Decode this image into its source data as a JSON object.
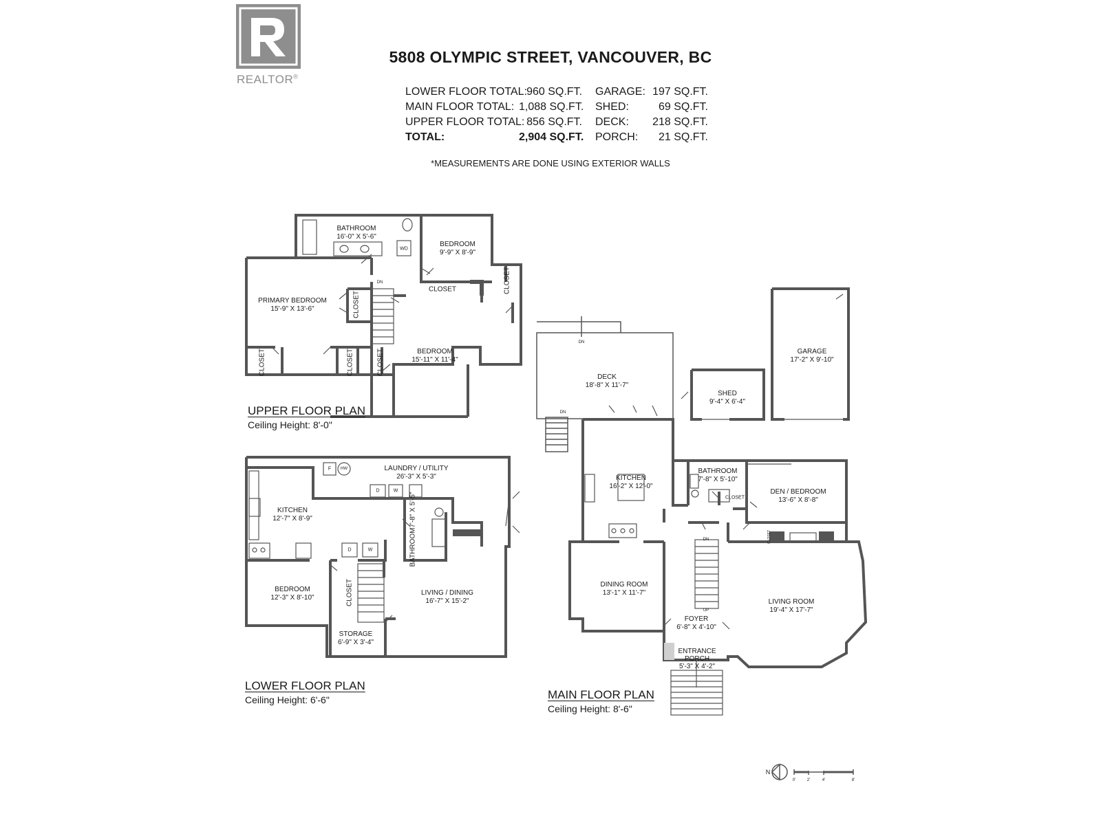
{
  "logo": {
    "wordmark": "REALTOR",
    "reg": "®"
  },
  "title": "5808 OLYMPIC STREET, VANCOUVER, BC",
  "summary": [
    {
      "label1": "LOWER FLOOR TOTAL:",
      "value1": "960 SQ.FT.",
      "label2": "GARAGE:",
      "value2": "197 SQ.FT."
    },
    {
      "label1": "MAIN FLOOR TOTAL:",
      "value1": "1,088 SQ.FT.",
      "label2": "SHED:",
      "value2": "69 SQ.FT."
    },
    {
      "label1": "UPPER FLOOR TOTAL:",
      "value1": "856 SQ.FT.",
      "label2": "DECK:",
      "value2": "218 SQ.FT."
    },
    {
      "label1": "TOTAL:",
      "value1": "2,904 SQ.FT.",
      "label2": "PORCH:",
      "value2": "21 SQ.FT."
    }
  ],
  "note": "*MEASUREMENTS ARE DONE USING EXTERIOR WALLS",
  "plans": {
    "upper": {
      "title": "UPPER FLOOR PLAN",
      "ceiling": "Ceiling Height: 8'-0\""
    },
    "lower": {
      "title": "LOWER FLOOR PLAN",
      "ceiling": "Ceiling Height: 6'-6\""
    },
    "main": {
      "title": "MAIN FLOOR PLAN",
      "ceiling": "Ceiling Height: 8'-6\""
    }
  },
  "rooms": {
    "upper_bathroom": {
      "name": "BATHROOM",
      "dim": "16'-0\" X 5'-6\""
    },
    "upper_bedroom_small": {
      "name": "BEDROOM",
      "dim": "9'-9\" X 8'-9\""
    },
    "upper_primary": {
      "name": "PRIMARY BEDROOM",
      "dim": "15'-9\" X 13'-6\""
    },
    "upper_bedroom_large": {
      "name": "BEDROOM",
      "dim": "15'-11\" X 11'-4\""
    },
    "lower_laundry": {
      "name": "LAUNDRY / UTILITY",
      "dim": "26'-3\" X 5'-3\""
    },
    "lower_kitchen": {
      "name": "KITCHEN",
      "dim": "12'-7\" X 8'-9\""
    },
    "lower_bathroom": {
      "name": "BATHROOM",
      "dim": "7'-8\" X 5'-5\""
    },
    "lower_bedroom": {
      "name": "BEDROOM",
      "dim": "12'-3\" X 8'-10\""
    },
    "lower_living": {
      "name": "LIVING / DINING",
      "dim": "16'-7\" X 15'-2\""
    },
    "lower_storage": {
      "name": "STORAGE",
      "dim": "6'-9\" X 3'-4\""
    },
    "main_deck": {
      "name": "DECK",
      "dim": "18'-8\" X 11'-7\""
    },
    "main_shed": {
      "name": "SHED",
      "dim": "9'-4\" X 6'-4\""
    },
    "main_garage": {
      "name": "GARAGE",
      "dim": "17'-2\" X 9'-10\""
    },
    "main_kitchen": {
      "name": "KITCHEN",
      "dim": "16'-2\" X 12'-0\""
    },
    "main_bathroom": {
      "name": "BATHROOM",
      "dim": "7'-8\" X 5'-10\""
    },
    "main_den": {
      "name": "DEN / BEDROOM",
      "dim": "13'-6\" X 8'-8\""
    },
    "main_dining": {
      "name": "DINING ROOM",
      "dim": "13'-1\" X 11'-7\""
    },
    "main_living": {
      "name": "LIVING ROOM",
      "dim": "19'-4\" X 17'-7\""
    },
    "main_foyer": {
      "name": "FOYER",
      "dim": "6'-8\" X 4'-10\""
    },
    "main_porch": {
      "name": "ENTRANCE PORCH",
      "dim": "5'-3\" X 4'-2\""
    }
  },
  "labels": {
    "closet": "CLOSET",
    "dn": "DN",
    "up": "UP",
    "wd": "WD",
    "d": "D",
    "w": "W",
    "f": "F",
    "hw": "HW"
  },
  "scale": {
    "north": "N",
    "t0": "0'",
    "t2": "2'",
    "t4": "4'",
    "t8": "8'"
  }
}
